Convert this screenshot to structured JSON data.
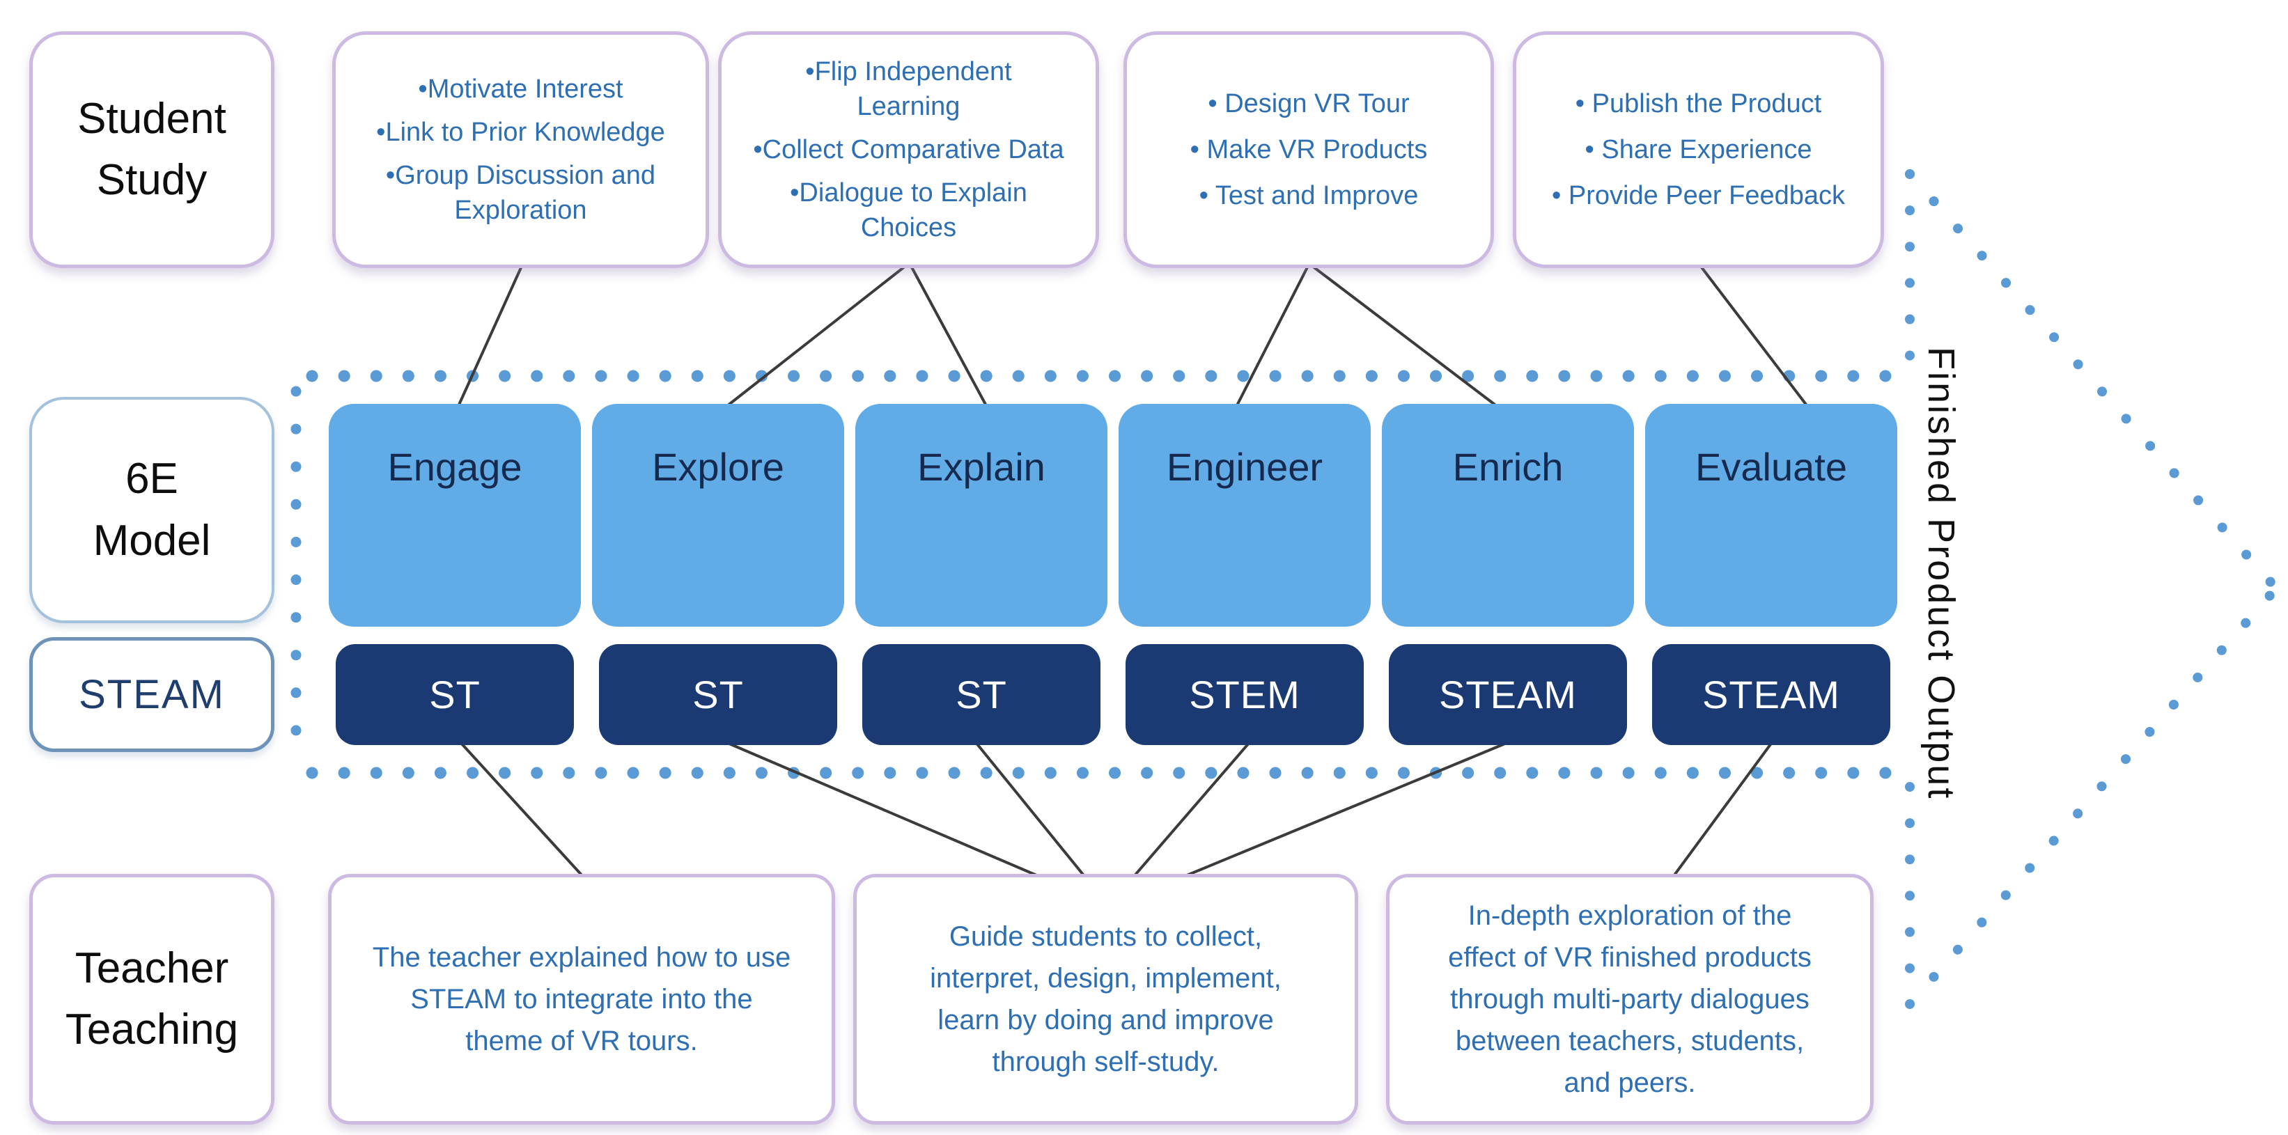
{
  "palette": {
    "stage_fill": "#61ABE6",
    "steam_fill": "#1B3A73",
    "bullet_text_blue": "#2E6FB3",
    "dot_blue": "#5B9BD5",
    "lavender_border": "#CDBAE2",
    "model_label_border": "#A5C2DC",
    "steam_label_border": "#6D93B8",
    "connector_gray": "#3B3B3B"
  },
  "rows": {
    "student": {
      "label": "Student\nStudy",
      "boxes": [
        {
          "items": [
            "•Motivate Interest",
            "•Link to Prior Knowledge",
            "•Group Discussion and\nExploration"
          ]
        },
        {
          "items": [
            "•Flip Independent\nLearning",
            "•Collect Comparative Data",
            "•Dialogue to Explain\nChoices"
          ]
        },
        {
          "items": [
            "• Design VR Tour",
            "• Make VR Products",
            "• Test and Improve"
          ]
        },
        {
          "items": [
            "• Publish the Product",
            "• Share Experience",
            "• Provide Peer Feedback"
          ]
        }
      ]
    },
    "model": {
      "label": "6E\nModel",
      "stages": [
        "Engage",
        "Explore",
        "Explain",
        "Engineer",
        "Enrich",
        "Evaluate"
      ]
    },
    "steam": {
      "label": "STEAM",
      "levels": [
        "ST",
        "ST",
        "ST",
        "STEM",
        "STEAM",
        "STEAM"
      ]
    },
    "teacher": {
      "label": "Teacher\nTeaching",
      "boxes": [
        "The teacher explained how to use\nSTEAM to integrate into the\ntheme of VR tours.",
        "Guide students to collect,\ninterpret, design, implement,\nlearn by doing and improve\nthrough self-study.",
        "In-depth exploration of the\neffect of VR finished products\nthrough multi-party dialogues\nbetween teachers, students,\nand peers."
      ]
    }
  },
  "arrow": {
    "label": "Finished Product Output"
  }
}
